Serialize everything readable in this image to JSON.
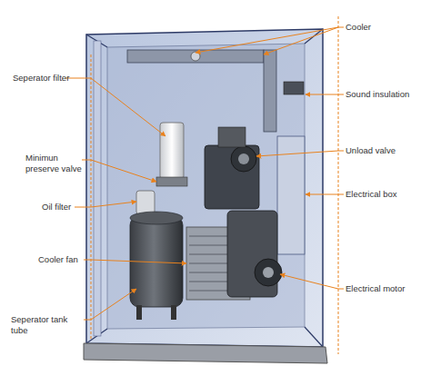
{
  "diagram": {
    "labels": [
      "Cooler",
      "Sound insulation",
      "Unload valve",
      "Electrical box",
      "Electrical motor",
      "Seperator filter",
      "Minimun preserve valve",
      "Oil filter",
      "Cooler fan",
      "Seperator tank tube"
    ]
  }
}
